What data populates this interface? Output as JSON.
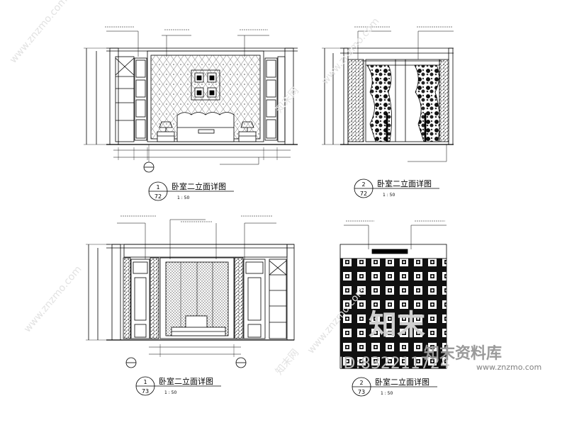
{
  "drawings": [
    {
      "id": "elev-1-72",
      "title": "卧室二立面详图",
      "number": "1",
      "sheet": "72",
      "scale": "1 : 50"
    },
    {
      "id": "elev-2-72",
      "title": "卧室二立面详图",
      "number": "2",
      "sheet": "72",
      "scale": "1 : 50"
    },
    {
      "id": "elev-1-73",
      "title": "卧室二立面详图",
      "number": "1",
      "sheet": "73",
      "scale": "1 : 50"
    },
    {
      "id": "elev-2-73",
      "title": "卧室二立面详图",
      "number": "2",
      "sheet": "73",
      "scale": "1 : 50"
    }
  ],
  "watermark": {
    "brand_big": "知末",
    "id_text": "ID:832211724",
    "brand_cn": "知末资料库",
    "url": "www.znzmo.com",
    "diag_text": "www.znzmo.com",
    "stamp_text": "知末网"
  }
}
